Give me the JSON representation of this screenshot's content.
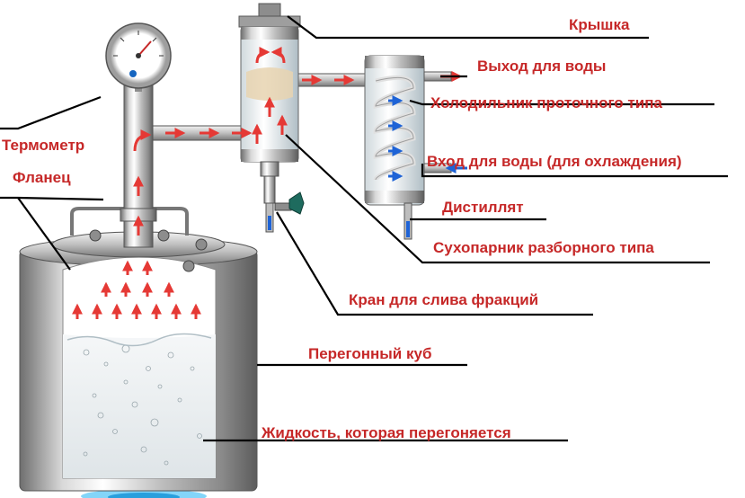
{
  "labels": {
    "lid": "Крышка",
    "water_out": "Выход для воды",
    "condenser": "Холодильник проточного типа",
    "water_in": "Вход для воды (для охлаждения)",
    "distillate": "Дистиллят",
    "steamer": "Сухопарник разборного типа",
    "drain_tap": "Кран для слива фракций",
    "still": "Перегонный куб",
    "liquid": "Жидкость, которая перегоняется",
    "thermometer": "Термометр",
    "flange": "Фланец"
  },
  "colors": {
    "label_text": "#c62828",
    "leader_line": "#000000",
    "flow_arrow": "#e53935",
    "cold_arrow": "#1e63d6",
    "steel_light": "#e9e9e9",
    "steel_dark": "#7c7c7c"
  }
}
